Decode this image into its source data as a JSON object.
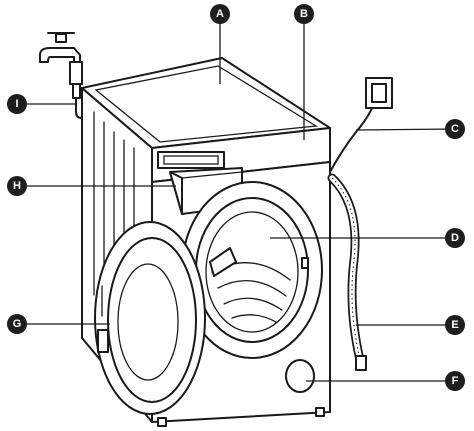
{
  "callouts": [
    {
      "id": "A",
      "label": "A"
    },
    {
      "id": "B",
      "label": "B"
    },
    {
      "id": "C",
      "label": "C"
    },
    {
      "id": "D",
      "label": "D"
    },
    {
      "id": "E",
      "label": "E"
    },
    {
      "id": "F",
      "label": "F"
    },
    {
      "id": "G",
      "label": "G"
    },
    {
      "id": "H",
      "label": "H"
    },
    {
      "id": "I",
      "label": "I"
    }
  ],
  "colors": {
    "line": "#1a1a1a",
    "badge": "#1e1e1e",
    "background": "#ffffff"
  }
}
